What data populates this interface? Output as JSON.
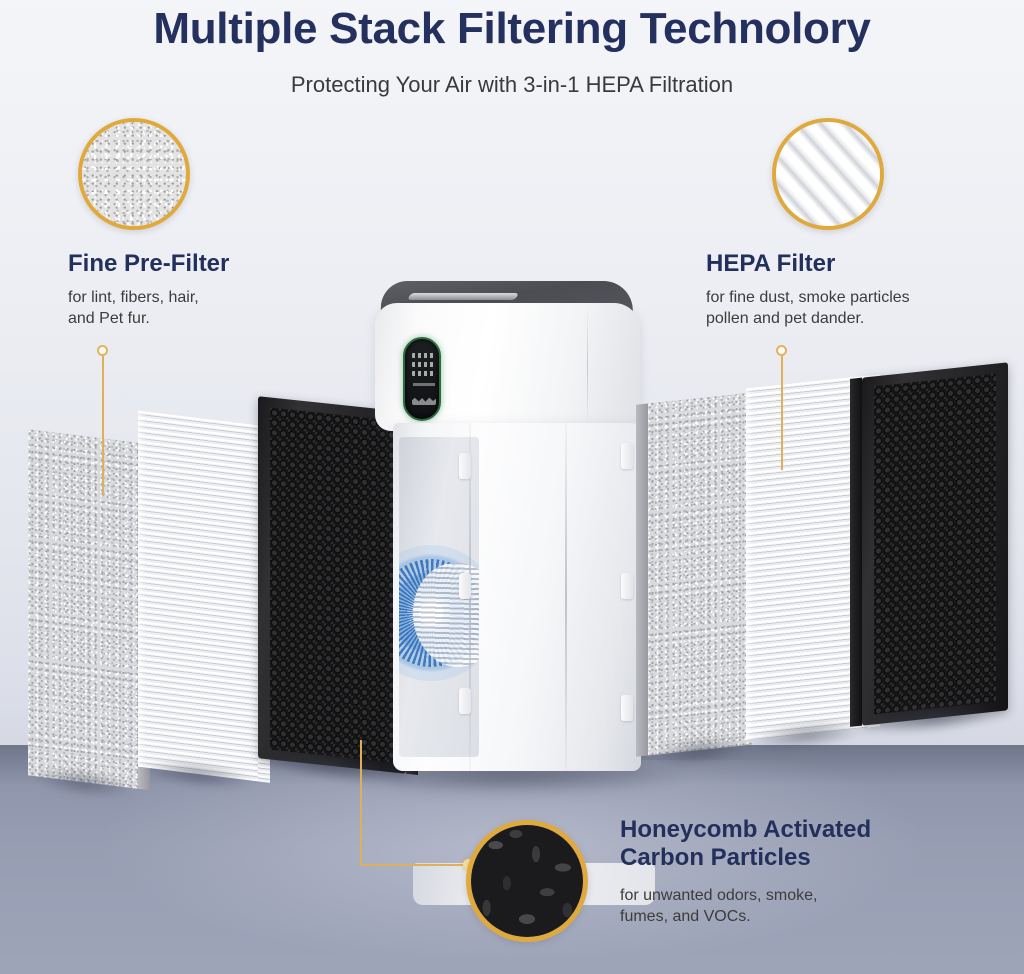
{
  "header": {
    "title": "Multiple Stack Filtering Technolory",
    "subtitle": "Protecting Your Air with 3-in-1 HEPA Filtration"
  },
  "colors": {
    "title_navy": "#24305e",
    "callout_gold": "#e0a93c",
    "body_text": "#3c3c3c",
    "floor": "#9aa0b4",
    "backdrop": "#eef0f4",
    "airflow_blue": "#2f6cb4",
    "panel_green": "#2c6b3c"
  },
  "callouts": [
    {
      "id": "fine-pre-filter",
      "heading": "Fine Pre-Filter",
      "body": "for lint, fibers, hair,\nand Pet fur.",
      "swatch": "speckled-nonwoven-texture",
      "position": "top-left"
    },
    {
      "id": "hepa-filter",
      "heading": "HEPA Filter",
      "body": "for fine dust, smoke particles\npollen and pet dander.",
      "swatch": "diagonal-pleat-texture",
      "position": "top-right"
    },
    {
      "id": "honeycomb-activated-carbon-particles",
      "heading": "Honeycomb Activated\nCarbon Particles",
      "body": "for unwanted odors, smoke,\nfumes, and VOCs.",
      "swatch": "carbon-pellets-texture",
      "position": "bottom-center"
    }
  ],
  "product": {
    "name": "air-purifier-unit",
    "display_panel": "control-panel-display",
    "airflow": "fan-airflow-glow"
  },
  "filter_stacks": {
    "left": [
      {
        "layer": "pre-filter",
        "face": "speckled"
      },
      {
        "layer": "hepa-filter",
        "face": "pleated"
      },
      {
        "layer": "carbon-filter",
        "face": "honeycomb"
      }
    ],
    "right": [
      {
        "layer": "pre-filter",
        "face": "speckled"
      },
      {
        "layer": "hepa-filter",
        "face": "pleated"
      },
      {
        "layer": "carbon-filter",
        "face": "honeycomb"
      }
    ]
  }
}
